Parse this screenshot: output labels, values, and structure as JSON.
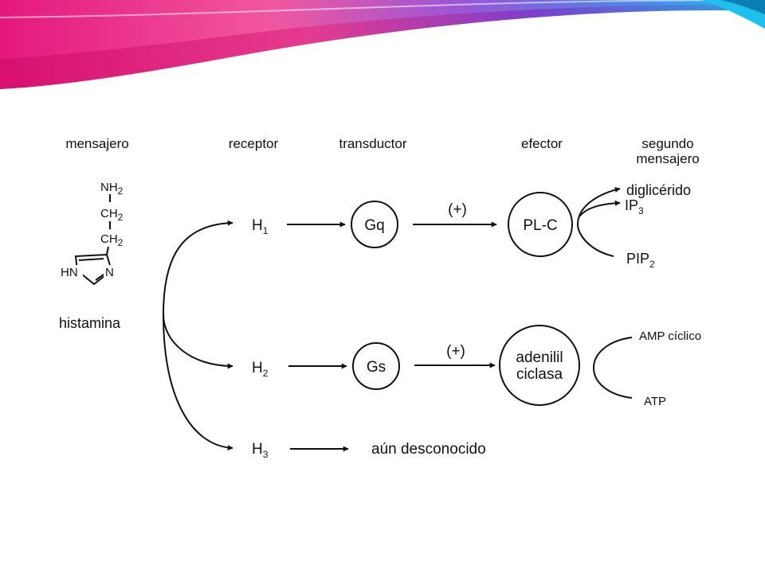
{
  "headers": {
    "mensajero": "mensajero",
    "receptor": "receptor",
    "transductor": "transductor",
    "efector": "efector",
    "segundo_line1": "segundo",
    "segundo_line2": "mensajero"
  },
  "molecule": {
    "nh": "NH",
    "nh_sub": "2",
    "ch1": "CH",
    "ch1_sub": "2",
    "ch2": "CH",
    "ch2_sub": "2",
    "ring_hn": "HN",
    "ring_n": "N",
    "name": "histamina"
  },
  "receptors": {
    "h1": "H",
    "h1_sub": "1",
    "h2": "H",
    "h2_sub": "2",
    "h3": "H",
    "h3_sub": "3"
  },
  "transducers": {
    "gq": "Gq",
    "gs": "Gs"
  },
  "activation": {
    "plus_top": "(+)",
    "plus_bottom": "(+)"
  },
  "effectors": {
    "plc": "PL-C",
    "adenilil_line1": "adenilil",
    "adenilil_line2": "ciclasa"
  },
  "second_messengers": {
    "diglicerido": "diglicérido",
    "ip": "IP",
    "ip_sub": "3",
    "pip": "PIP",
    "pip_sub": "2",
    "amp": "AMP cíclico",
    "atp": "ATP"
  },
  "unknown": "aún desconocido",
  "colors": {
    "banner_magenta": "#e0127a",
    "banner_pink": "#f03a8c",
    "banner_purple": "#8a3fd0",
    "banner_blue": "#2f7fe0",
    "banner_cyan": "#26c6f2",
    "ink": "#111111"
  }
}
